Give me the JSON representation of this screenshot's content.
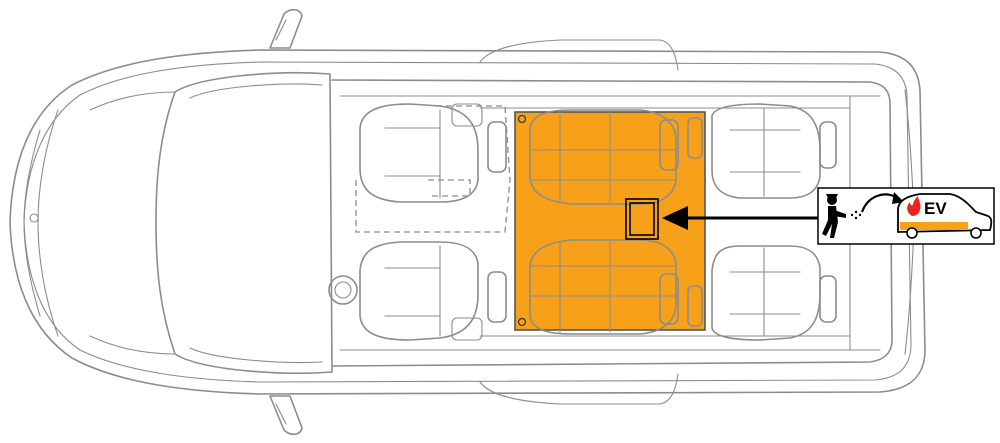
{
  "diagram": {
    "type": "vehicle-top-view-rescue-sheet",
    "vehicle_view": "top",
    "colors": {
      "background": "#ffffff",
      "vehicle_outline": "#8c8c8c",
      "battery_fill": "#f7a11a",
      "battery_outline": "#555555",
      "arrow": "#000000",
      "ev_badge_fill": "#f7a11a",
      "flame": "#e8241c"
    },
    "icons": {
      "battery": "hv-battery-icon",
      "extinguisher_figure": "firefighter-extinguisher-icon",
      "ev_car": "ev-car-icon",
      "flame": "fire-icon",
      "arrow": "arrow-left-icon"
    },
    "ev_label": "EV"
  }
}
